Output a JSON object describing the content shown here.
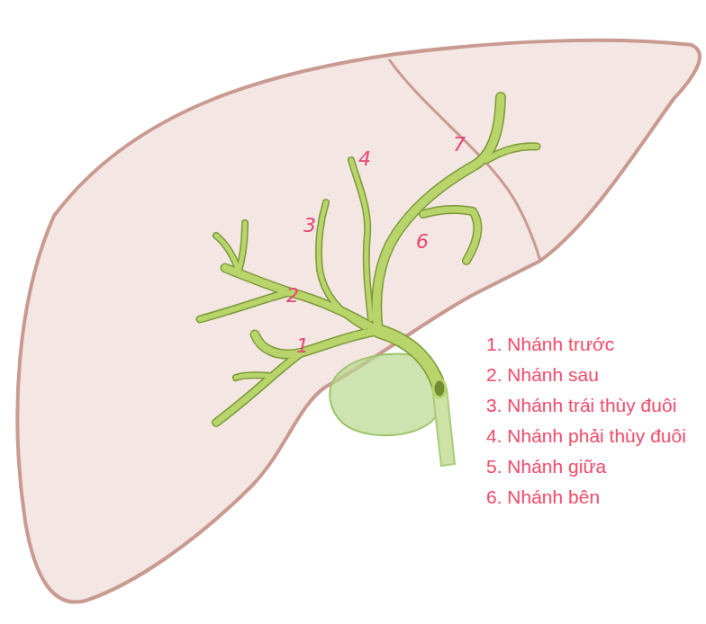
{
  "diagram": {
    "labels": [
      "7",
      "4",
      "3",
      "6",
      "2",
      "1",
      "1. Nhánh trước",
      "2. Nhánh sau",
      "3. Nhánh trái thùy đuôi",
      "4. Nhánh phải thùy đuôi",
      "5. Nhánh giữa",
      "6. Nhánh bên"
    ]
  }
}
